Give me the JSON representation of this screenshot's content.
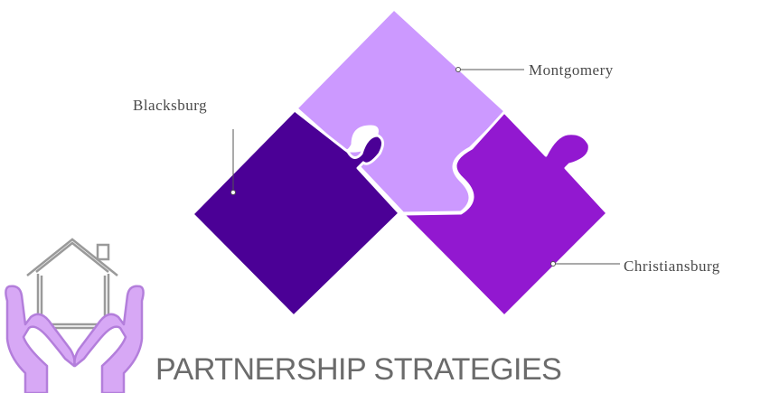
{
  "title": "PARTNERSHIP STRATEGIES",
  "pieces": [
    {
      "name": "Blacksburg",
      "color": "#4B0096"
    },
    {
      "name": "Montgomery",
      "color": "#CC99FF"
    },
    {
      "name": "Christiansburg",
      "color": "#9218D0"
    }
  ],
  "icon": {
    "name": "house-in-hands-icon",
    "house_color": "#9A9A9A",
    "hands_color": "#D7A8F5"
  },
  "colors": {
    "title": "#6B6B6B",
    "label": "#4A4A4A",
    "leader_line": "#555555"
  }
}
